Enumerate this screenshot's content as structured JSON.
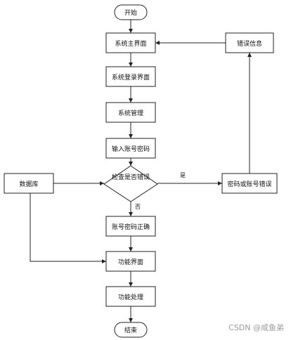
{
  "diagram": {
    "nodes": {
      "start": "开始",
      "main_ui": "系统主界面",
      "login_ui": "系统登录界面",
      "sys_manage": "系统管理",
      "input_credentials": "输入账号密码",
      "check_error": "检查是否错误",
      "database": "数据库",
      "credentials_wrong": "密码或账号错误",
      "error_info": "错误信息",
      "credentials_correct": "账号密码正确",
      "function_ui": "功能界面",
      "function_process": "功能处理",
      "end": "结束"
    },
    "edge_labels": {
      "yes": "是",
      "no": "否"
    }
  },
  "watermark": "CSDN @咸鱼弟"
}
